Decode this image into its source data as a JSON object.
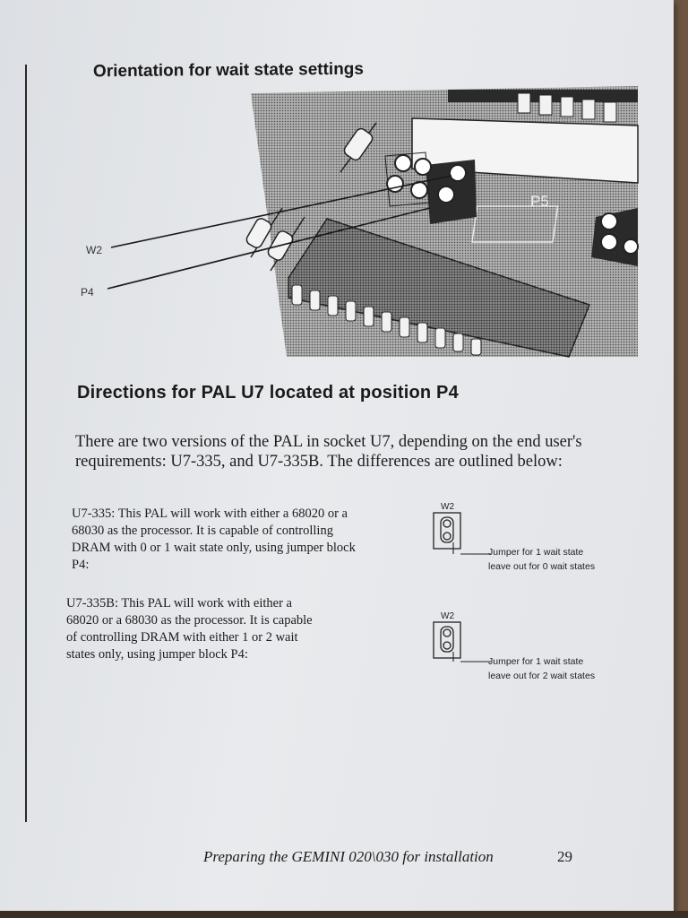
{
  "heading_orientation": "Orientation for wait state settings",
  "figure": {
    "label_w2": "W2",
    "label_p4": "P4",
    "label_p5": "P5"
  },
  "heading_directions": "Directions for PAL U7 located at position P4",
  "intro": "There are two versions of the PAL in socket U7, depending on the end user's requirements: U7-335, and U7-335B. The differences are outlined below:",
  "items": [
    {
      "lines": [
        "U7-335:  This PAL will work with either a 68020 or a",
        "68030 as the processor. It is  capable of controlling",
        "DRAM with 0 or 1 wait state only, using jumper block",
        "P4:"
      ],
      "jumper_label": "W2",
      "notes": [
        "Jumper for 1 wait state",
        "leave out for 0 wait states"
      ]
    },
    {
      "lines": [
        "U7-335B:  This PAL will work with either a",
        "68020 or a 68030 as the processor. It is capable",
        "of controlling DRAM with either 1 or 2 wait",
        "states only, using jumper block P4:"
      ],
      "jumper_label": "W2",
      "notes": [
        "Jumper for 1 wait state",
        "leave out for 2 wait states"
      ]
    }
  ],
  "footer": "Preparing the GEMINI 020\\030 for installation",
  "page_number": "29"
}
